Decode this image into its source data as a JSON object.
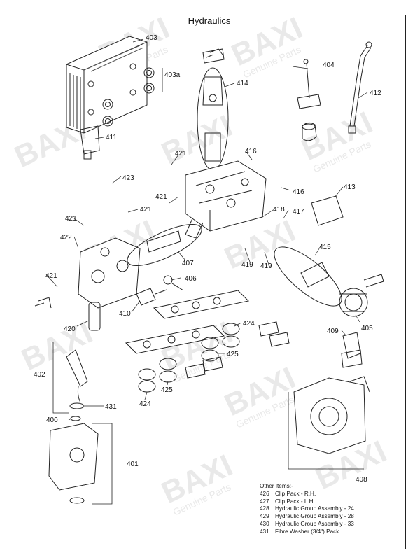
{
  "title": "Hydraulics",
  "brand_watermark": "BAXI",
  "watermark_sub": "Genuine Parts",
  "part_labels": [
    "403",
    "403a",
    "404",
    "412",
    "414",
    "411",
    "416",
    "421",
    "423",
    "413",
    "418",
    "417",
    "422",
    "415",
    "407",
    "419",
    "406",
    "410",
    "424",
    "405",
    "420",
    "409",
    "402",
    "425",
    "431",
    "400",
    "401",
    "408"
  ],
  "other_items": {
    "heading": "Other Items:-",
    "items": [
      {
        "num": "426",
        "desc": "Clip Pack - R.H."
      },
      {
        "num": "427",
        "desc": "Clip Pack - L.H."
      },
      {
        "num": "428",
        "desc": "Hydraulic Group Assembly - 24"
      },
      {
        "num": "429",
        "desc": "Hydraulic Group Assembly - 28"
      },
      {
        "num": "430",
        "desc": "Hydraulic Group Assembly - 33"
      },
      {
        "num": "431",
        "desc": "Fibre Washer (3/4\") Pack"
      }
    ]
  }
}
